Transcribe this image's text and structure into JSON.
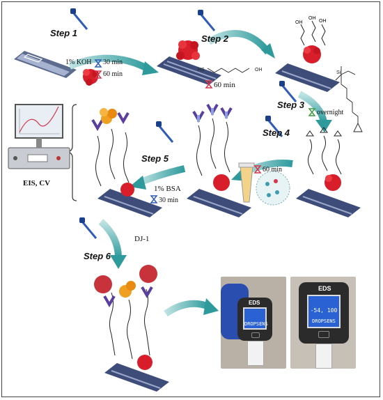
{
  "steps": {
    "s1": "Step 1",
    "s2": "Step 2",
    "s3": "Step 3",
    "s4": "Step 4",
    "s5": "Step 5",
    "s6": "Step 6"
  },
  "conditions": {
    "koh": "1% KOH",
    "koh_time": "30 min",
    "np_time": "60 min",
    "thiol_time": "60 min",
    "silane_time": "overnight",
    "antibody_time": "60 min",
    "bsa": "1% BSA",
    "bsa_time": "30 min"
  },
  "labels": {
    "instrument": "EIS, CV",
    "analyte": "DJ-1"
  },
  "device": {
    "brand": "EDS",
    "screen1_line1": "DROPSENS",
    "screen2_line1": "-54, 100",
    "screen2_line2": "DROPSENS"
  },
  "colors": {
    "arrow": "#3fa7a8",
    "nanoparticle": "#d81e2a",
    "electrode": "#3e4c7a",
    "hourglass_blue": "#2f5cb8",
    "hourglass_red": "#d8354a"
  }
}
